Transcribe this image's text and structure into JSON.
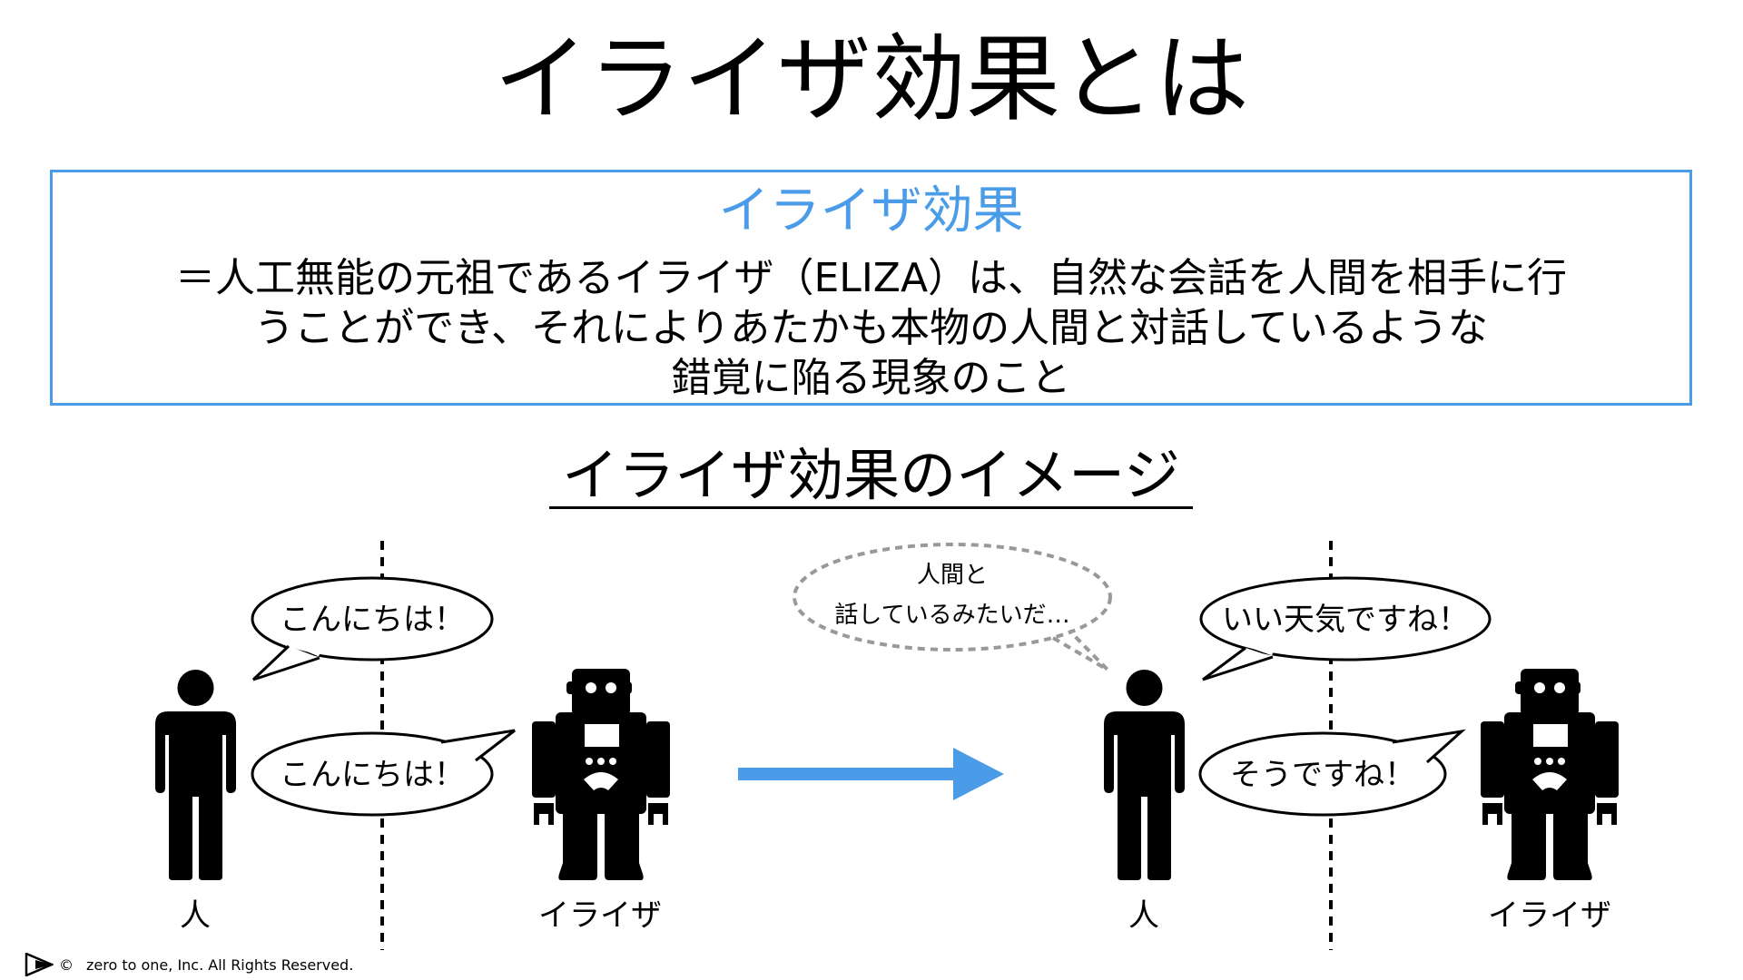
{
  "title": "イライザ効果とは",
  "definition": {
    "heading": "イライザ効果",
    "lines": [
      "＝人工無能の元祖であるイライザ（ELIZA）は、自然な会話を人間を相手に行",
      "うことができ、それによりあたかも本物の人間と対話しているような",
      "錯覚に陥る現象のこと"
    ]
  },
  "image_section": {
    "heading": "イライザ効果のイメージ",
    "before": {
      "person_label": "人",
      "robot_label": "イライザ",
      "person_bubble": "こんにちは！",
      "robot_bubble": "こんにちは！"
    },
    "after": {
      "person_label": "人",
      "robot_label": "イライザ",
      "thought_line1": "人間と",
      "thought_line2": "話しているみたいだ…",
      "person_bubble": "いい天気ですね！",
      "robot_bubble": "そうですね！"
    }
  },
  "footer": {
    "copyright_symbol": "©",
    "text": "zero to one, Inc. All Rights Reserved."
  },
  "colors": {
    "accent": "#4a9be8"
  }
}
